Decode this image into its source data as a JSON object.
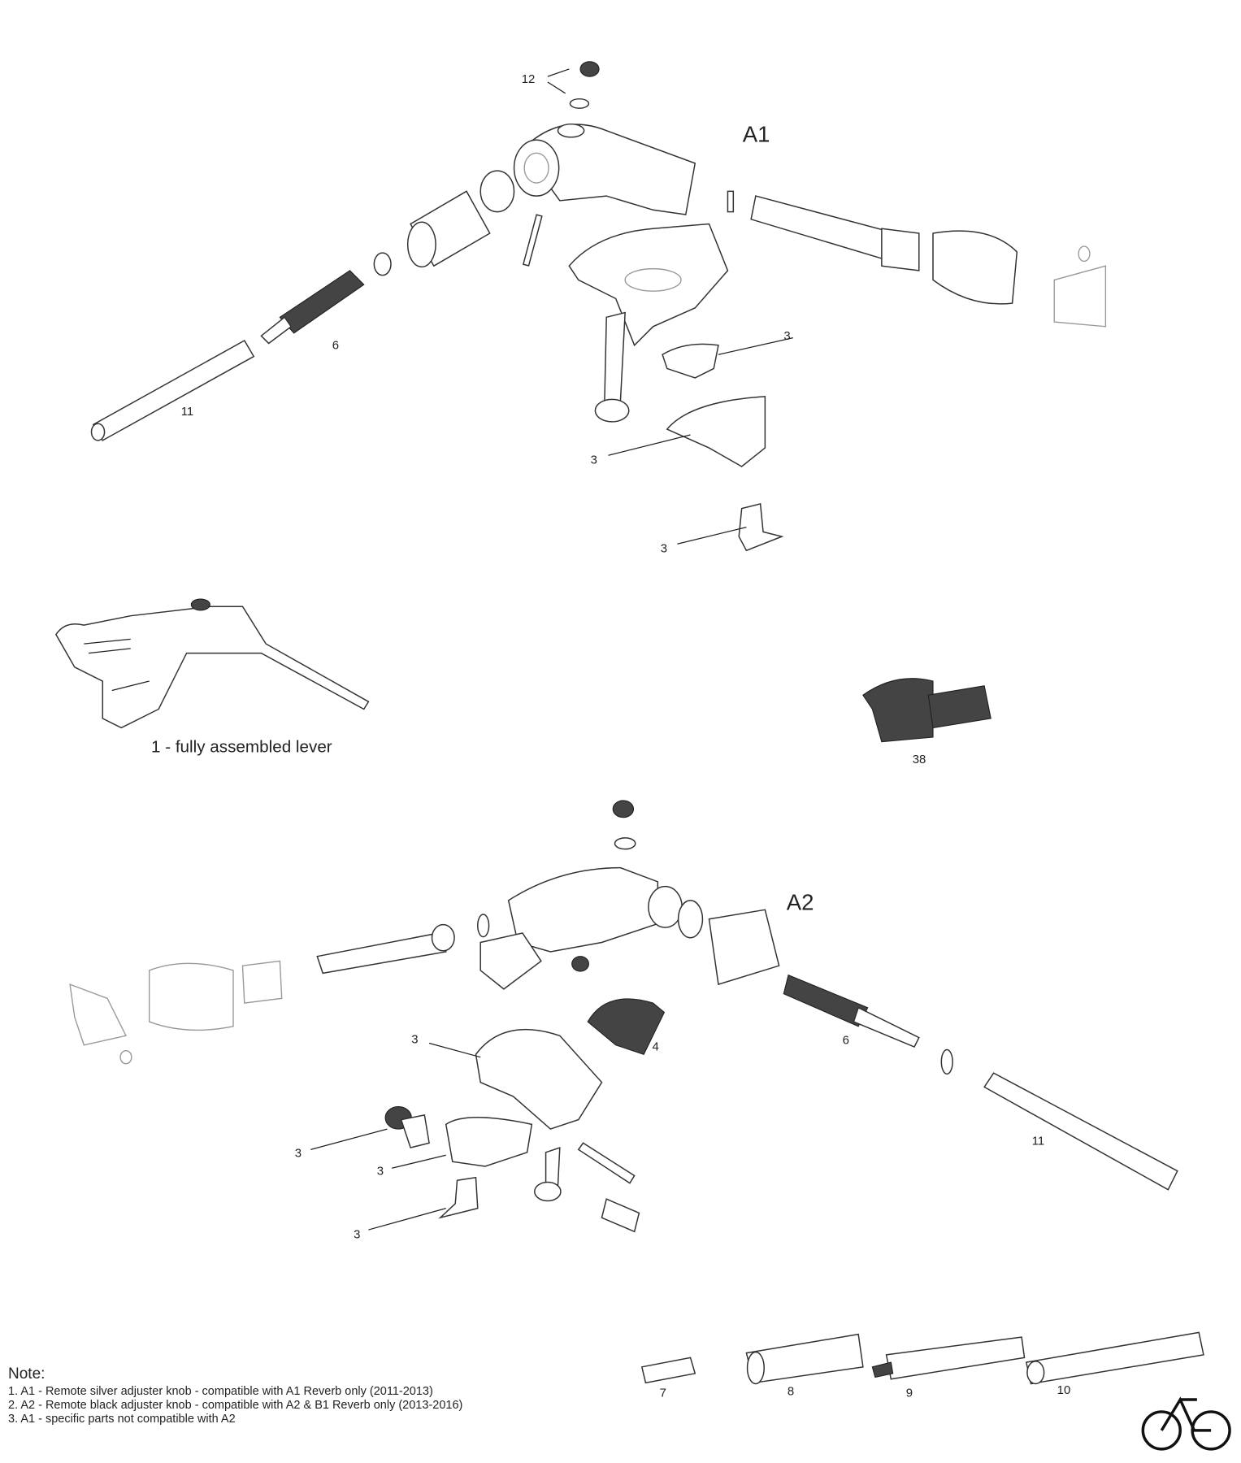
{
  "sections": {
    "a1_title": "A1",
    "a2_title": "A2",
    "assembled_caption": "1 - fully assembled lever"
  },
  "callouts_a1": [
    "12",
    "6",
    "11",
    "3",
    "3",
    "3"
  ],
  "callout_38": "38",
  "callouts_a2": [
    "3",
    "4",
    "6",
    "11",
    "3",
    "3",
    "3"
  ],
  "callouts_bottom": [
    "7",
    "8",
    "9",
    "10"
  ],
  "notes": {
    "title": "Note:",
    "lines": [
      "1. A1 - Remote silver adjuster knob - compatible with A1 Reverb only (2011-2013)",
      "2. A2 - Remote black adjuster knob - compatible with A2 & B1 Reverb only (2013-2016)",
      "3. A1 - specific parts not compatible with A2"
    ]
  },
  "logo": "bicycle-logo"
}
